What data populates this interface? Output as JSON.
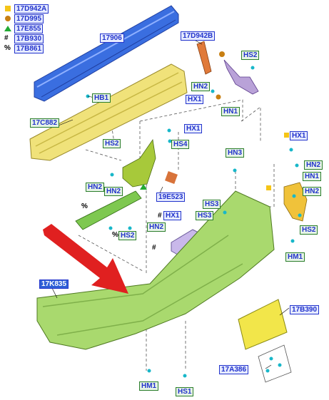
{
  "legend": [
    {
      "symbol": "square",
      "color": "#f5c518",
      "code": "17D942A"
    },
    {
      "symbol": "circle",
      "color": "#c87f12",
      "code": "17D995"
    },
    {
      "symbol": "triangle",
      "color": "#22aa33",
      "code": "17E855"
    },
    {
      "symbol": "#",
      "color": "#000000",
      "code": "17B930"
    },
    {
      "symbol": "%",
      "color": "#000000",
      "code": "17B861"
    }
  ],
  "parts": {
    "upper_reinforcement": "17906",
    "bracket_left_top": "17D942B",
    "absorber": "17C882",
    "bumper_cover": "17K835",
    "plate_bracket": "17B390",
    "clip_kit": "17A386",
    "sensor_bracket": "19E523"
  },
  "fasteners": {
    "hb1": "HB1",
    "hs2": "HS2",
    "hx1": "HX1",
    "hn1": "HN1",
    "hn2": "HN2",
    "hn3": "HN3",
    "hs3": "HS3",
    "hs4": "HS4",
    "hm1": "HM1",
    "hs1": "HS1"
  },
  "marks": {
    "hash": "#",
    "percent": "%"
  },
  "colors": {
    "reinforcement": "#3a6ee0",
    "absorber": "#f0e27a",
    "bumper": "#a9d96e",
    "bracket_green": "#7ec850",
    "plate": "#f2e64a",
    "arrow": "#e02020",
    "label_border_blue": "#2233cc",
    "label_border_green": "#2a7d2a"
  }
}
